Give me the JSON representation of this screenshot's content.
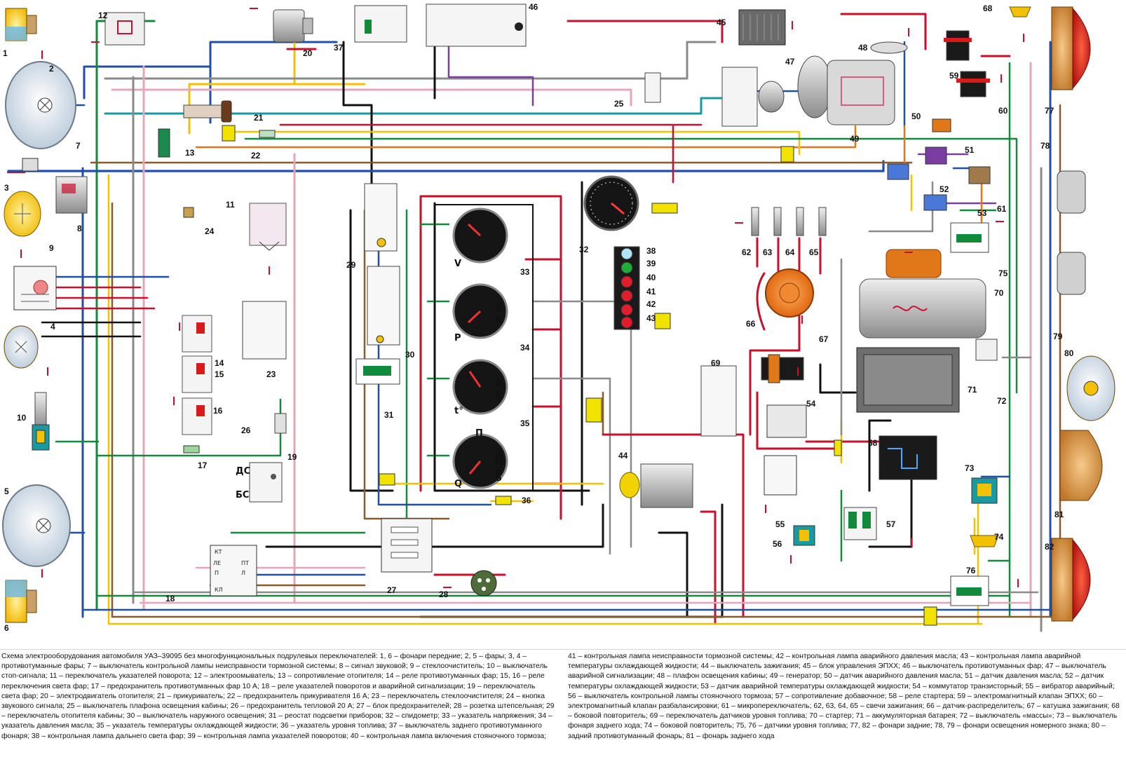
{
  "caption": {
    "left": "Схема электрооборудования автомобиля УАЗ–39095 без многофункциональных подрулевых переключателей: 1, 6 – фонари передние; 2, 5 – фары; 3, 4 – противотуманные фары; 7 – выключатель контрольной лампы неисправности тормозной системы; 8 – сигнал звуковой; 9 – стеклоочиститель; 10 – выключатель стоп-сигнала; 11 – переключатель указателей поворота; 12 – электроомыватель; 13 – сопротивление отопителя; 14 – реле противотуманных фар; 15, 16 – реле переключения света фар; 17 – предохранитель противотуманных фар 10 А; 18 – реле указателей поворотов и аварийной сигнализации; 19 – переключатель света фар; 20 – электродвигатель отопителя; 21 – прикуриватель; 22 – предохранитель прикуривателя 16 А; 23 – переключатель стеклоочистителя; 24 – кнопка звукового сигнала; 25 – выключатель плафона освещения кабины; 26 – предохранитель тепловой 20 А; 27 – блок предохранителей; 28 – розетка штепсельная; 29 – переключатель отопителя кабины; 30 – выключатель наружного освещения; 31 – реостат подсветки приборов; 32 – спидометр; 33 – указатель напряжения; 34 – указатель давления масла; 35 – указатель температуры охлаждающей жидкости; 36 – указатель уровня топлива; 37 – выключатель заднего противотуманного фонаря; 38 – контрольная лампа дальнего света фар; 39 – контрольная лампа указателей поворотов; 40 – контрольная лампа включения стояночного тормоза;",
    "right": "41 – контрольная лампа неисправности тормозной системы; 42 – контрольная лампа аварийного давления масла; 43 – контрольная лампа аварийной температуры охлаждающей жидкости; 44 – выключатель зажигания; 45 – блок управления ЭПХХ; 46 – выключатель противотуманных фар; 47 – выключатель аварийной сигнализации; 48 – плафон освещения кабины; 49 – генератор; 50 – датчик аварийного давления масла; 51 – датчик давления масла; 52 – датчик температуры охлаждающей жидкости; 53 – датчик аварийной температуры охлаждающей жидкости; 54 – коммутатор транзисторный; 55 – вибратор аварийный; 56 – выключатель контрольной лампы стояночного тормоза; 57 – сопротивление добавочное; 58 – реле стартера; 59 – электромагнитный клапан ЭПХХ; 60 – электромагнитный клапан разбалансировки; 61 – микропереключатель; 62, 63, 64, 65 – свечи зажигания; 66 – датчик-распределитель; 67 – катушка зажигания; 68 – боковой повторитель; 69 – переключатель датчиков уровня топлива; 70 – стартер; 71 – аккумуляторная батарея; 72 – выключатель «массы»; 73 – выключатель фонаря заднего хода; 74 – боковой повторитель; 75, 76 – датчики уровня топлива; 77, 82 – фонари задние; 78, 79 – фонари освещения номерного знака; 80 – задний противотуманный фонарь; 81 – фонарь заднего хода"
  },
  "component_labels": [
    "1",
    "2",
    "3",
    "4",
    "5",
    "6",
    "7",
    "8",
    "9",
    "10",
    "11",
    "12",
    "13",
    "14",
    "15",
    "16",
    "17",
    "18",
    "19",
    "20",
    "21",
    "22",
    "23",
    "24",
    "25",
    "26",
    "27",
    "28",
    "29",
    "30",
    "31",
    "32",
    "33",
    "34",
    "35",
    "36",
    "37",
    "38",
    "39",
    "40",
    "41",
    "42",
    "43",
    "44",
    "45",
    "46",
    "47",
    "48",
    "49",
    "50",
    "51",
    "52",
    "53",
    "54",
    "55",
    "56",
    "57",
    "58",
    "59",
    "60",
    "61",
    "62",
    "63",
    "64",
    "65",
    "66",
    "67",
    "68",
    "69",
    "70",
    "71",
    "72",
    "73",
    "74",
    "75",
    "76",
    "77",
    "78",
    "79",
    "80",
    "81",
    "82"
  ],
  "gauge_letters": [
    "V",
    "P",
    "t°",
    "Q"
  ],
  "gauge_terminals": [
    "Д",
    "Б",
    "Д",
    "Б",
    "Д",
    "Б",
    "П",
    "Д",
    "Б"
  ],
  "switch_markings": {
    "headlight_switch": [
      "ДС",
      "БС"
    ],
    "turn_relay": [
      "КТ",
      "ЛЕ",
      "ПТ",
      "П",
      "Л",
      "КЛ"
    ]
  },
  "colors": {
    "black": "#111111",
    "red": "#c8102e",
    "blue": "#1f4fa8",
    "green": "#128a3c",
    "brown": "#8b5a2b",
    "yellow": "#f2c200",
    "gray": "#8a8a8a",
    "pink": "#e7a6b8",
    "orange": "#e0781a",
    "violet": "#7a3ea0",
    "teal": "#1a9aa0"
  }
}
